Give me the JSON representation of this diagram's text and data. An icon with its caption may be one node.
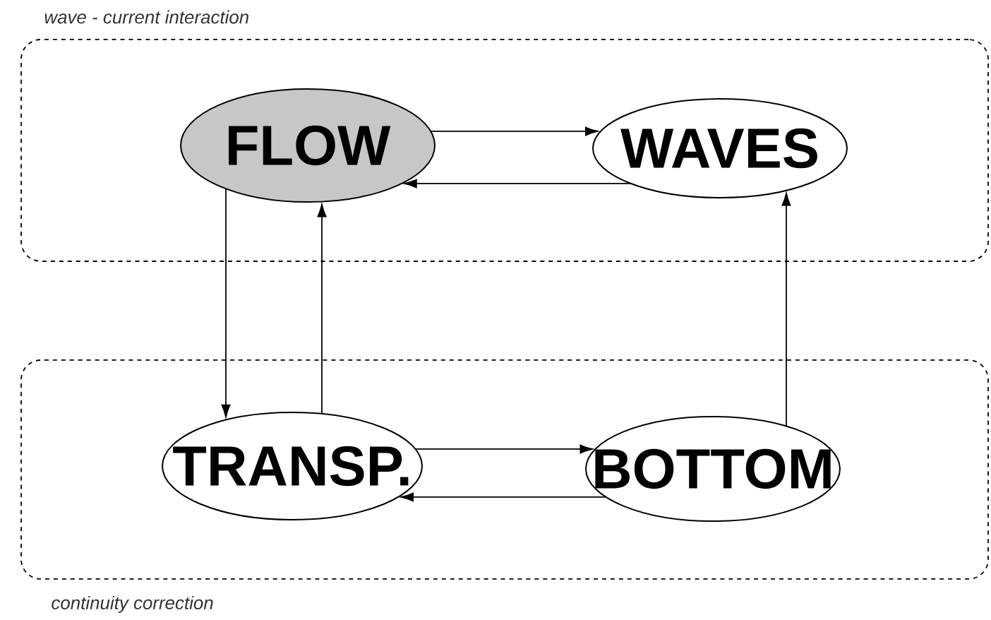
{
  "diagram": {
    "nodes": [
      {
        "text": [
          "wave - current interaction"
        ]
      },
      {
        "text": [
          "FLOW"
        ],
        "in": 0
      },
      {
        "text": [
          "WAVES"
        ],
        "in": 0
      },
      {
        "text": [
          "continuity correction"
        ]
      },
      {
        "text": [
          "TRANSP."
        ],
        "in": 3
      },
      {
        "text": [
          "BOTTOM"
        ],
        "in": 3
      }
    ],
    "edges": [
      {
        "from": 1,
        "to": 2,
        "arrow": "to"
      },
      {
        "from": 2,
        "to": 1,
        "arrow": "to"
      },
      {
        "from": 1,
        "to": 4,
        "arrow": "to"
      },
      {
        "from": 4,
        "to": 1,
        "arrow": "to"
      },
      {
        "from": 4,
        "to": 5,
        "arrow": "to"
      },
      {
        "from": 5,
        "to": 4,
        "arrow": "to"
      },
      {
        "from": 5,
        "to": 2,
        "arrow": "to"
      }
    ]
  }
}
